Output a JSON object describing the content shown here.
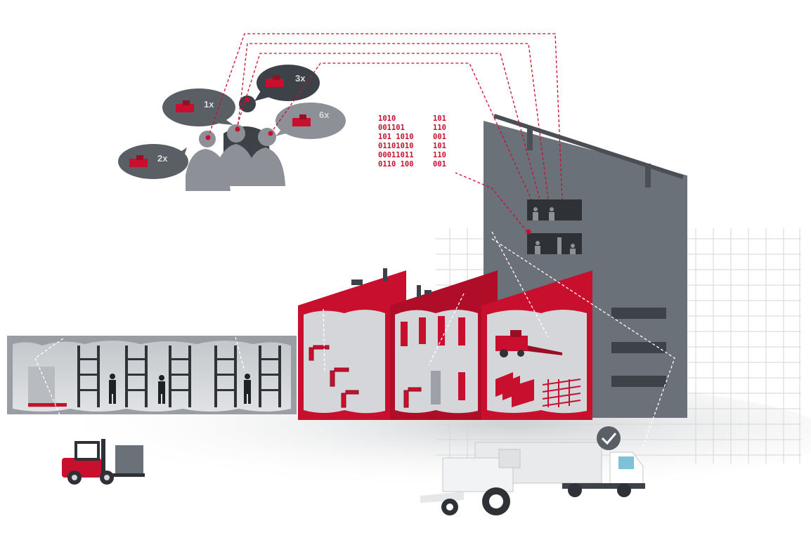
{
  "bubbles": [
    {
      "label": "1x"
    },
    {
      "label": "2x"
    },
    {
      "label": "3x"
    },
    {
      "label": "6x"
    }
  ],
  "binary_lines": [
    {
      "a": "1010",
      "b": "101"
    },
    {
      "a": "001101",
      "b": "110"
    },
    {
      "a": "101 1010",
      "b": "001"
    },
    {
      "a": "01101010",
      "b": "101"
    },
    {
      "a": "00011011",
      "b": "110"
    },
    {
      "a": "0110    100",
      "b": "001"
    }
  ],
  "colors": {
    "brand_red": "#c8102e",
    "dark_red": "#9b0d22",
    "building_gray": "#6b7179",
    "people_gray": "#8d9096",
    "bubble_gray": "#5a5f66",
    "warehouse_gray": "#9a9ea4"
  },
  "icons": [
    "combine-harvester-icon",
    "forklift-icon",
    "truck-icon",
    "checkmark-icon",
    "robot-arm-icon",
    "warehouse-shelf-icon"
  ]
}
